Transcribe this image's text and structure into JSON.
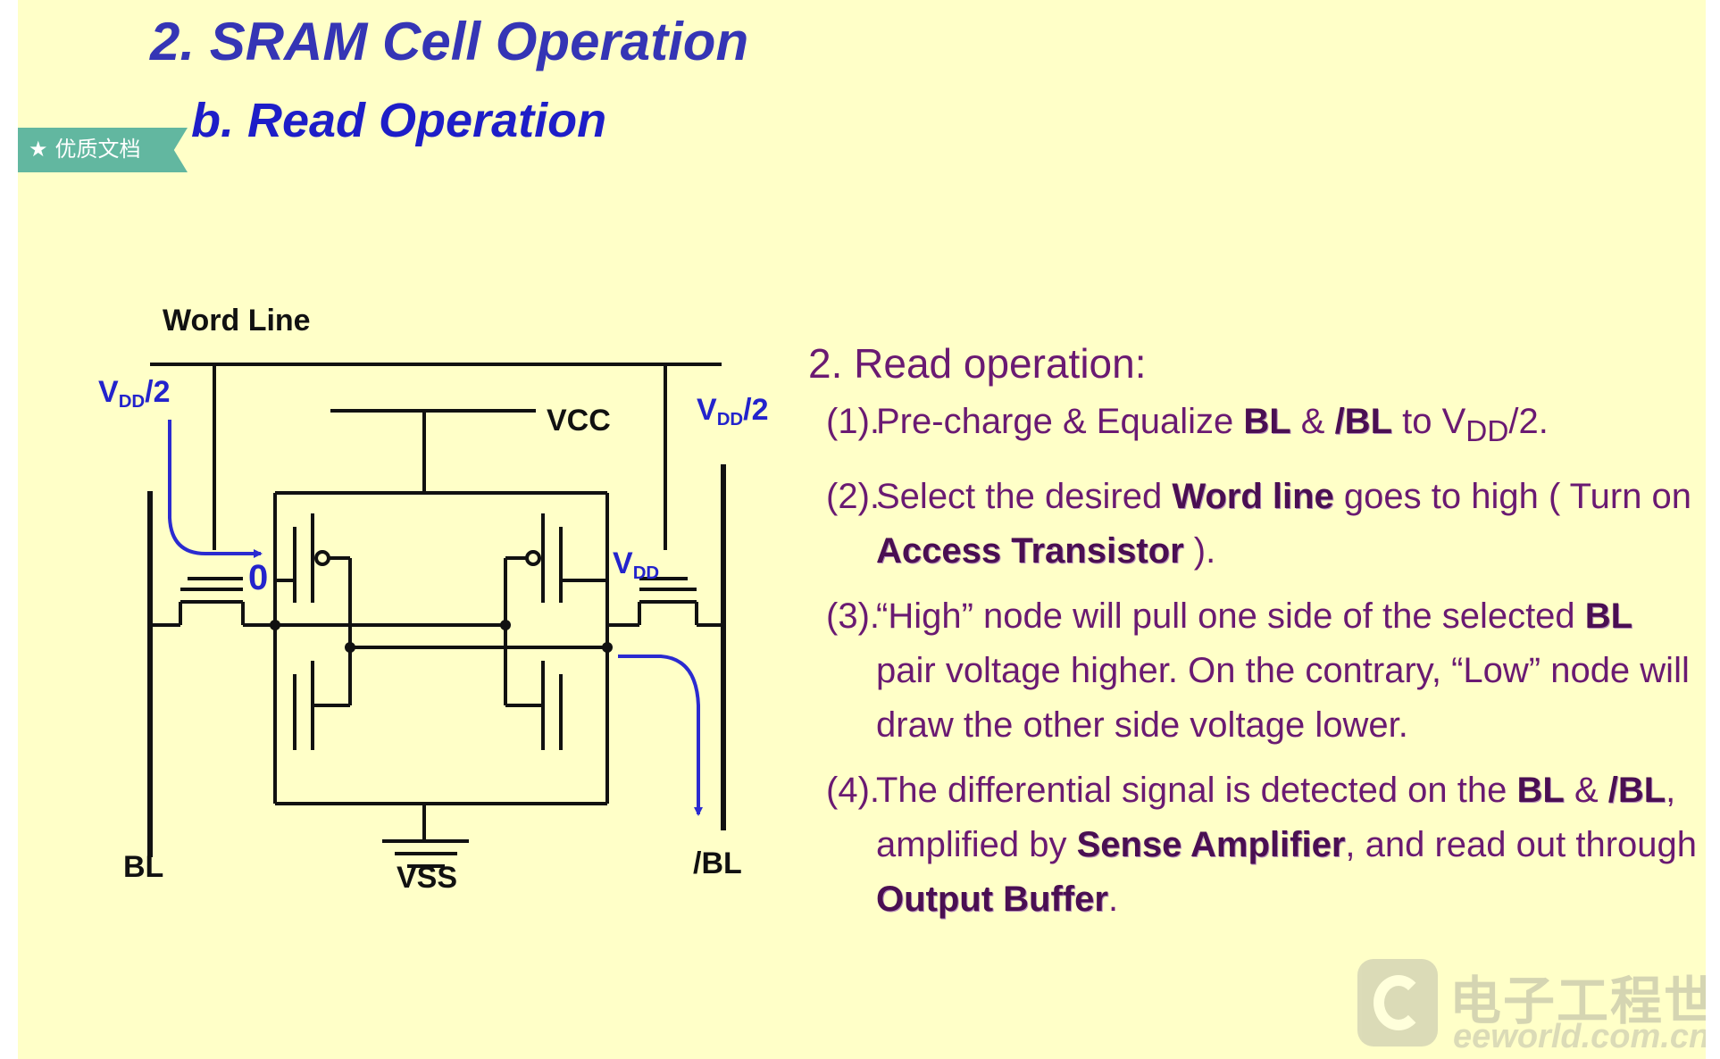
{
  "slide": {
    "title": "2. SRAM Cell Operation",
    "subtitle": "b. Read Operation",
    "badge": {
      "icon": "star-icon",
      "text": "优质文档"
    }
  },
  "circuit": {
    "word_line": "Word Line",
    "vdd_half_left": {
      "main": "V",
      "sub": "DD",
      "rest": "/2"
    },
    "vdd_half_right": {
      "main": "V",
      "sub": "DD",
      "rest": "/2"
    },
    "vcc": "VCC",
    "vss": "VSS",
    "bl": "BL",
    "bl_bar": "/BL",
    "node_zero": "0",
    "node_vdd": {
      "main": "V",
      "sub": "DD"
    }
  },
  "operations": {
    "heading": "2.  Read operation:",
    "items": [
      {
        "num": "(1).",
        "segments": [
          {
            "t": "Pre-charge & Equalize "
          },
          {
            "t": "BL",
            "b": true
          },
          {
            "t": " & "
          },
          {
            "t": "/BL",
            "b": true
          },
          {
            "t": "  to  V"
          },
          {
            "t": "DD",
            "sub": true
          },
          {
            "t": "/2."
          }
        ]
      },
      {
        "num": "(2).",
        "segments": [
          {
            "t": "Select the desired "
          },
          {
            "t": "Word line",
            "b": true
          },
          {
            "t": " goes to high ( Turn on "
          },
          {
            "t": "Access Transistor",
            "b": true
          },
          {
            "t": " )."
          }
        ]
      },
      {
        "num": "(3).",
        "segments": [
          {
            "t": "“High” node will pull one side of the selected "
          },
          {
            "t": "BL",
            "b": true
          },
          {
            "t": " pair voltage higher. On the contrary, “Low” node will draw the other side voltage lower."
          }
        ]
      },
      {
        "num": "(4).",
        "segments": [
          {
            "t": "The differential signal is detected on the "
          },
          {
            "t": "BL",
            "b": true
          },
          {
            "t": " & "
          },
          {
            "t": "/BL",
            "b": true
          },
          {
            "t": ", amplified by "
          },
          {
            "t": "Sense Amplifier",
            "b": true
          },
          {
            "t": ", and read out through "
          },
          {
            "t": "Output Buffer",
            "b": true
          },
          {
            "t": "."
          }
        ]
      }
    ]
  },
  "watermark": {
    "logo": "eeworld-logo-icon",
    "cn": "电子工程世界",
    "en": "eeworld.com.cn"
  },
  "colors": {
    "title": "#3535b5",
    "subtitle": "#1e1ec8",
    "text": "#6a1a72",
    "background": "#ffffc8",
    "arrow": "#2b2bd0",
    "badge": "#62b7a0"
  }
}
